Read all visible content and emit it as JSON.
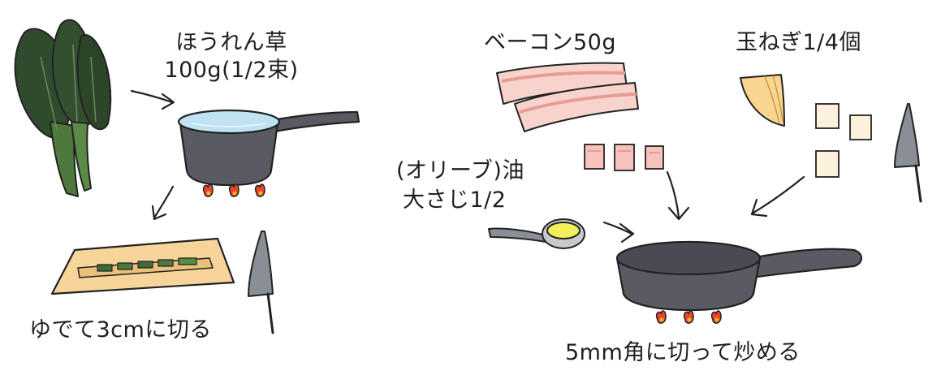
{
  "labels": {
    "spinach_name": "ほうれん草",
    "spinach_amount": "100g(1/2束)",
    "spinach_step": "ゆでて3cmに切る",
    "bacon_name": "ベーコン50g",
    "onion_name": "玉ねぎ1/4個",
    "oil_line1": "(オリーブ)油",
    "oil_line2": "大さじ1/2",
    "fry_step": "5mm角に切って炒める"
  },
  "colors": {
    "pan": "#5a5a62",
    "water": "#bfe3f2",
    "spinach": "#2f4a2c",
    "board": "#f6d49a",
    "bacon": "#f7d3cc",
    "bacon_stripe": "#e89c96",
    "onion": "#f9d58f",
    "oil": "#f2f05a",
    "flame": "#e8452a",
    "flame_core": "#ffb020",
    "knife": "#8a8f96"
  }
}
